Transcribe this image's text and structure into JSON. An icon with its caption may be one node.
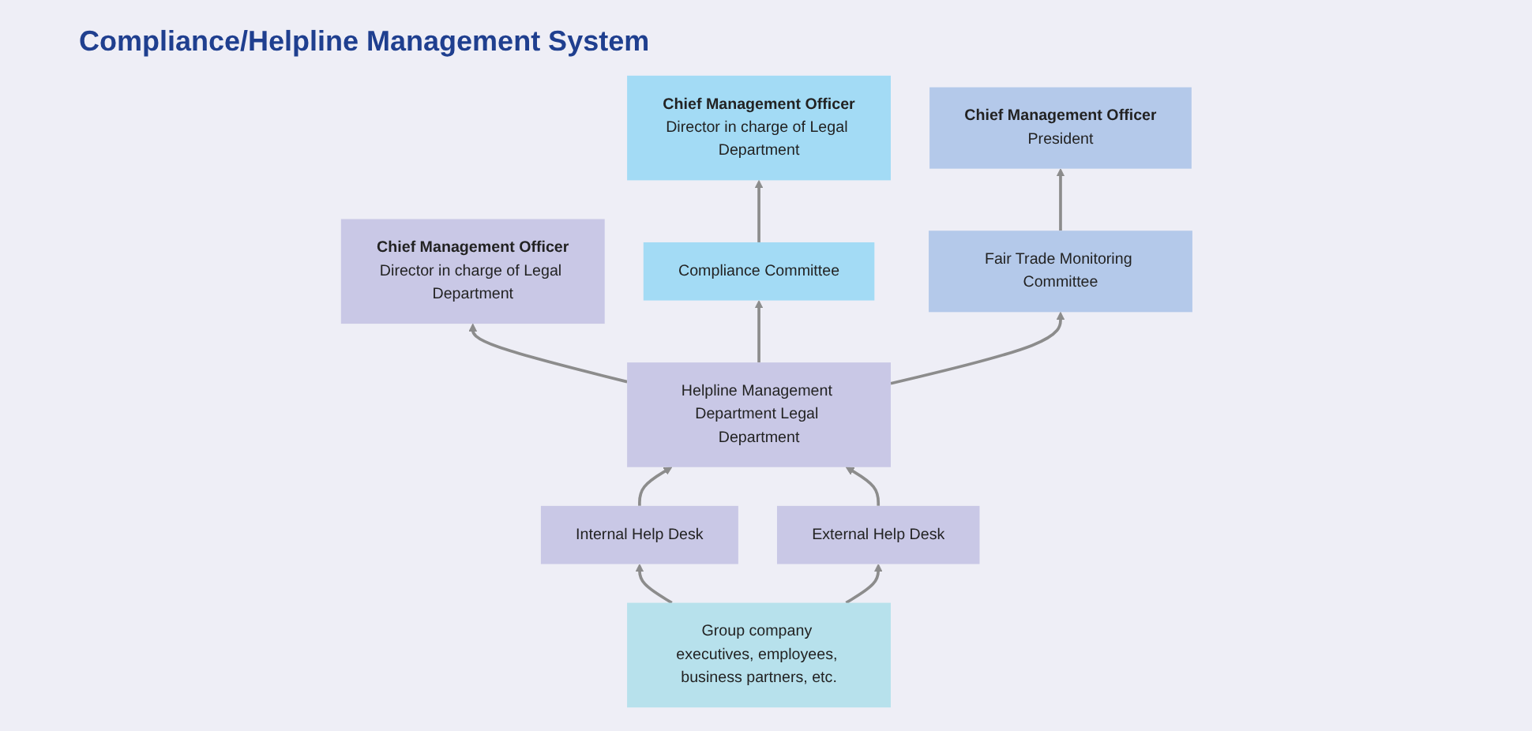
{
  "diagram": {
    "title": "Compliance/Helpline Management System",
    "nodes": [
      {
        "text": [
          "Chief Management Officer",
          "Director in charge of Legal Department"
        ]
      },
      {
        "text": [
          "Chief Management Officer",
          "Director in charge of Legal Department"
        ]
      },
      {
        "text": [
          "Chief Management Officer",
          "President"
        ]
      },
      {
        "text": [
          "Compliance Committee"
        ]
      },
      {
        "text": [
          "Helpline Management Department Legal Department"
        ]
      },
      {
        "text": [
          "Fair Trade Monitoring Committee"
        ]
      },
      {
        "text": [
          "Internal Help Desk"
        ]
      },
      {
        "text": [
          "External Help Desk"
        ]
      },
      {
        "text": [
          "Group company executives, employees, business partners, etc."
        ]
      }
    ],
    "edges": [
      {
        "from": 3,
        "to": 0,
        "arrow": "to"
      },
      {
        "from": 4,
        "to": 1,
        "arrow": "to"
      },
      {
        "from": 5,
        "to": 2,
        "arrow": "to"
      },
      {
        "from": 4,
        "to": 3,
        "arrow": "to"
      },
      {
        "from": 4,
        "to": 5,
        "arrow": "to"
      },
      {
        "from": 6,
        "to": 4,
        "arrow": "to"
      },
      {
        "from": 7,
        "to": 4,
        "arrow": "to"
      },
      {
        "from": 8,
        "to": 6,
        "arrow": "to"
      },
      {
        "from": 8,
        "to": 7,
        "arrow": "to"
      }
    ]
  }
}
